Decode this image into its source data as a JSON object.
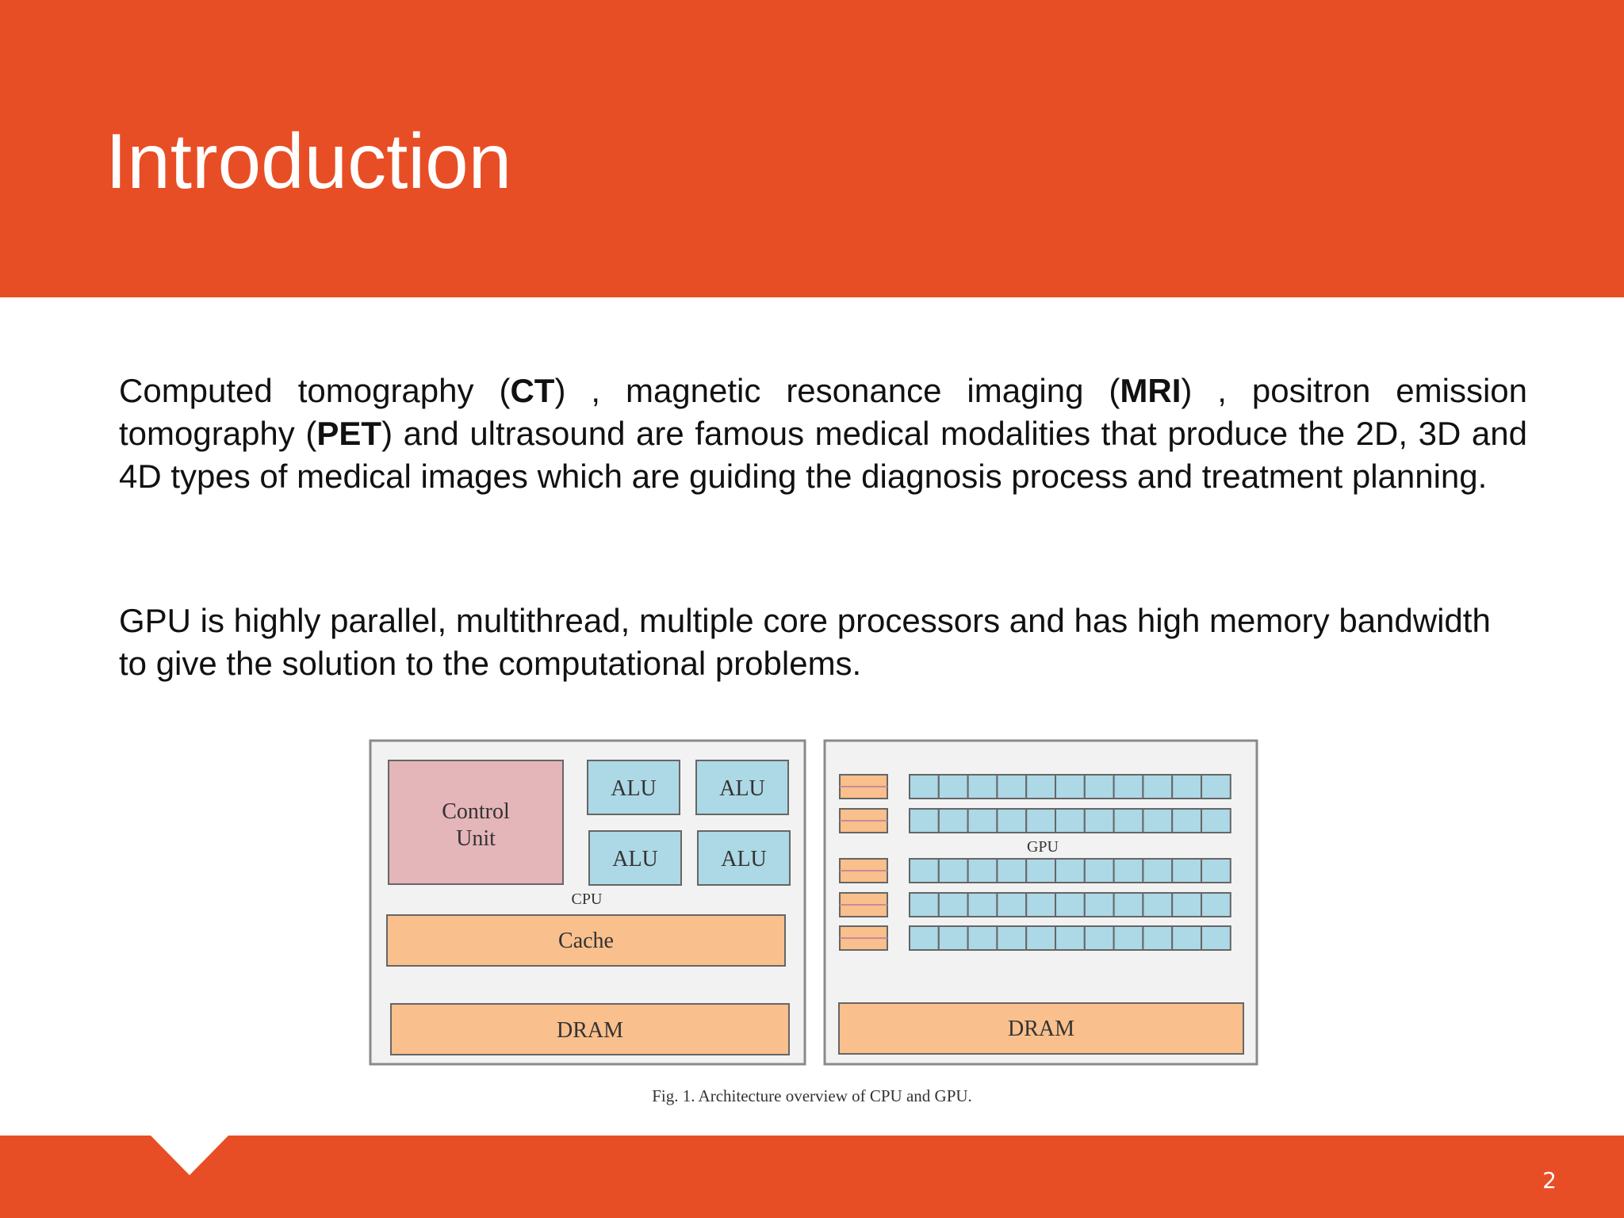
{
  "slide": {
    "title": "Introduction",
    "page_number": "2"
  },
  "paragraph1": {
    "s1": "Computed tomography (",
    "ct": "CT",
    "s2": ") , magnetic resonance imaging (",
    "mri": "MRI",
    "s3": ") ,  positron emission tomography (",
    "pet": "PET",
    "s4": ") and ultrasound are famous medical modalities that produce the 2D, 3D and 4D types of medical images which are guiding the diagnosis process and treatment planning."
  },
  "paragraph2": {
    "text": "GPU is highly parallel, multithread, multiple core processors and has high memory bandwidth to give the solution to the computational problems."
  },
  "figure": {
    "cpu": {
      "control_unit_line1": "Control",
      "control_unit_line2": "Unit",
      "alu": "ALU",
      "label": "CPU",
      "cache": "Cache",
      "dram": "DRAM"
    },
    "gpu": {
      "label": "GPU",
      "dram": "DRAM"
    },
    "caption": "Fig. 1. Architecture overview of CPU and GPU.",
    "colors": {
      "control_unit": "#e4b5b9",
      "alu": "#add8e6",
      "cache": "#f9bf8c",
      "gpu_core": "#add8e6"
    }
  },
  "colors": {
    "accent": "#e84e25"
  }
}
